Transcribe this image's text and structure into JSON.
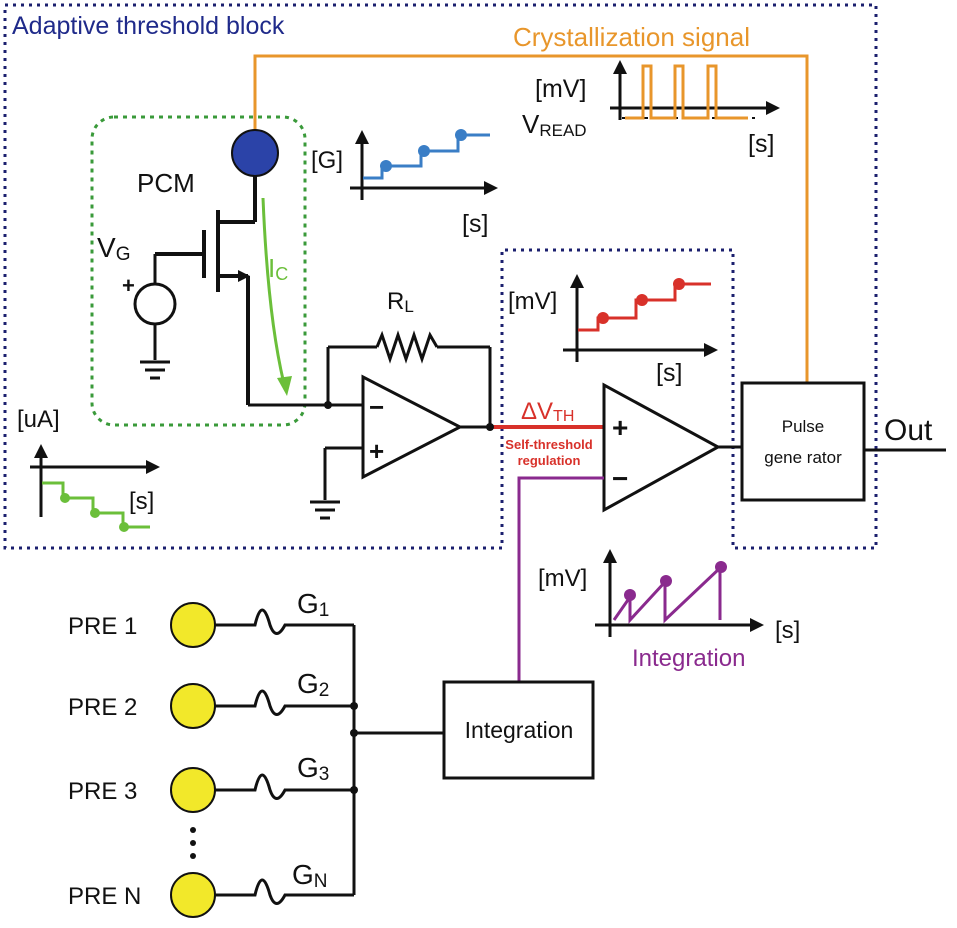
{
  "labels": {
    "block_title": "Adaptive threshold block",
    "crystallization": "Crystallization signal",
    "pcm": "PCM",
    "vg_main": "V",
    "vg_sub": "G",
    "ic_main": "I",
    "ic_sub": "C",
    "rl_main": "R",
    "rl_sub": "L",
    "dvth_main": "ΔV",
    "dvth_sub": "TH",
    "self_threshold_1": "Self-threshold",
    "self_threshold_2": "regulation",
    "pulse_gen_1": "Pulse",
    "pulse_gen_2": "gene rator",
    "out": "Out",
    "integration_box": "Integration",
    "integration_caption": "Integration",
    "g1_main": "G",
    "g1_sub": "1",
    "g2_main": "G",
    "g2_sub": "2",
    "g3_main": "G",
    "g3_sub": "3",
    "gn_main": "G",
    "gn_sub": "N",
    "pre": [
      "PRE 1",
      "PRE 2",
      "PRE 3",
      "PRE N"
    ],
    "plus": "+",
    "minus": "−",
    "plus_vg": "+"
  },
  "insets": {
    "crystal": {
      "y_unit": "[mV]",
      "x_unit": "[s]",
      "ref_main": "V",
      "ref_sub": "READ"
    },
    "conductance": {
      "y_unit": "[G]",
      "x_unit": "[s]"
    },
    "threshold": {
      "y_unit": "[mV]",
      "x_unit": "[s]"
    },
    "current": {
      "y_unit": "[uA]",
      "x_unit": "[s]"
    },
    "integration": {
      "y_unit": "[mV]",
      "x_unit": "[s]"
    }
  },
  "colors": {
    "block_border": "#1b1f6e",
    "title_text": "#1f2a8a",
    "crystallization": "#e8962b",
    "pcm_dot": "#2b43a8",
    "pcm_border": "#3a9a3a",
    "current_green": "#6bbf3a",
    "threshold_red": "#d8312a",
    "conductance_blue": "#3a7ec6",
    "integration_purple": "#8a2a8e",
    "pre_yellow": "#f2e82a"
  }
}
